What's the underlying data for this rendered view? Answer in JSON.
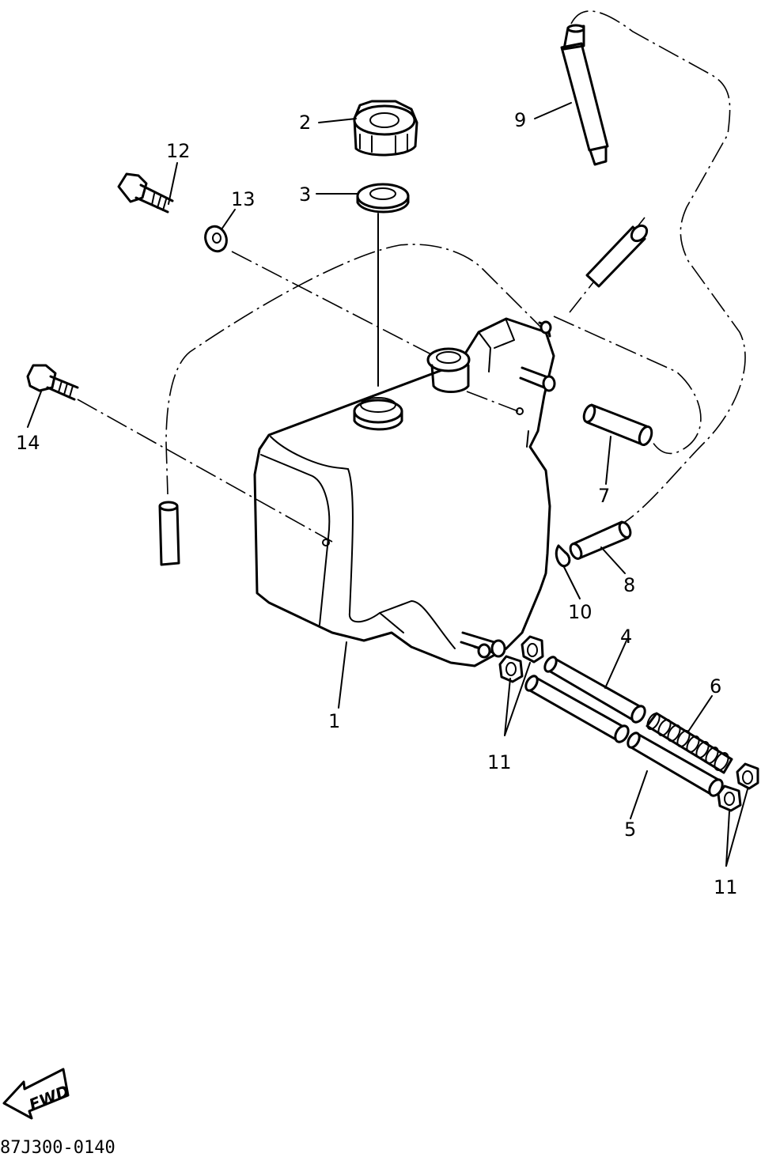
{
  "labels": {
    "p1": "1",
    "p2": "2",
    "p3": "3",
    "p4": "4",
    "p5": "5",
    "p6": "6",
    "p7": "7",
    "p8": "8",
    "p9": "9",
    "p10": "10",
    "p11a": "11",
    "p11b": "11",
    "p12": "12",
    "p13": "13",
    "p14": "14"
  },
  "fwd_arrow_label": "FWD",
  "diagram_code": "87J300-0140"
}
